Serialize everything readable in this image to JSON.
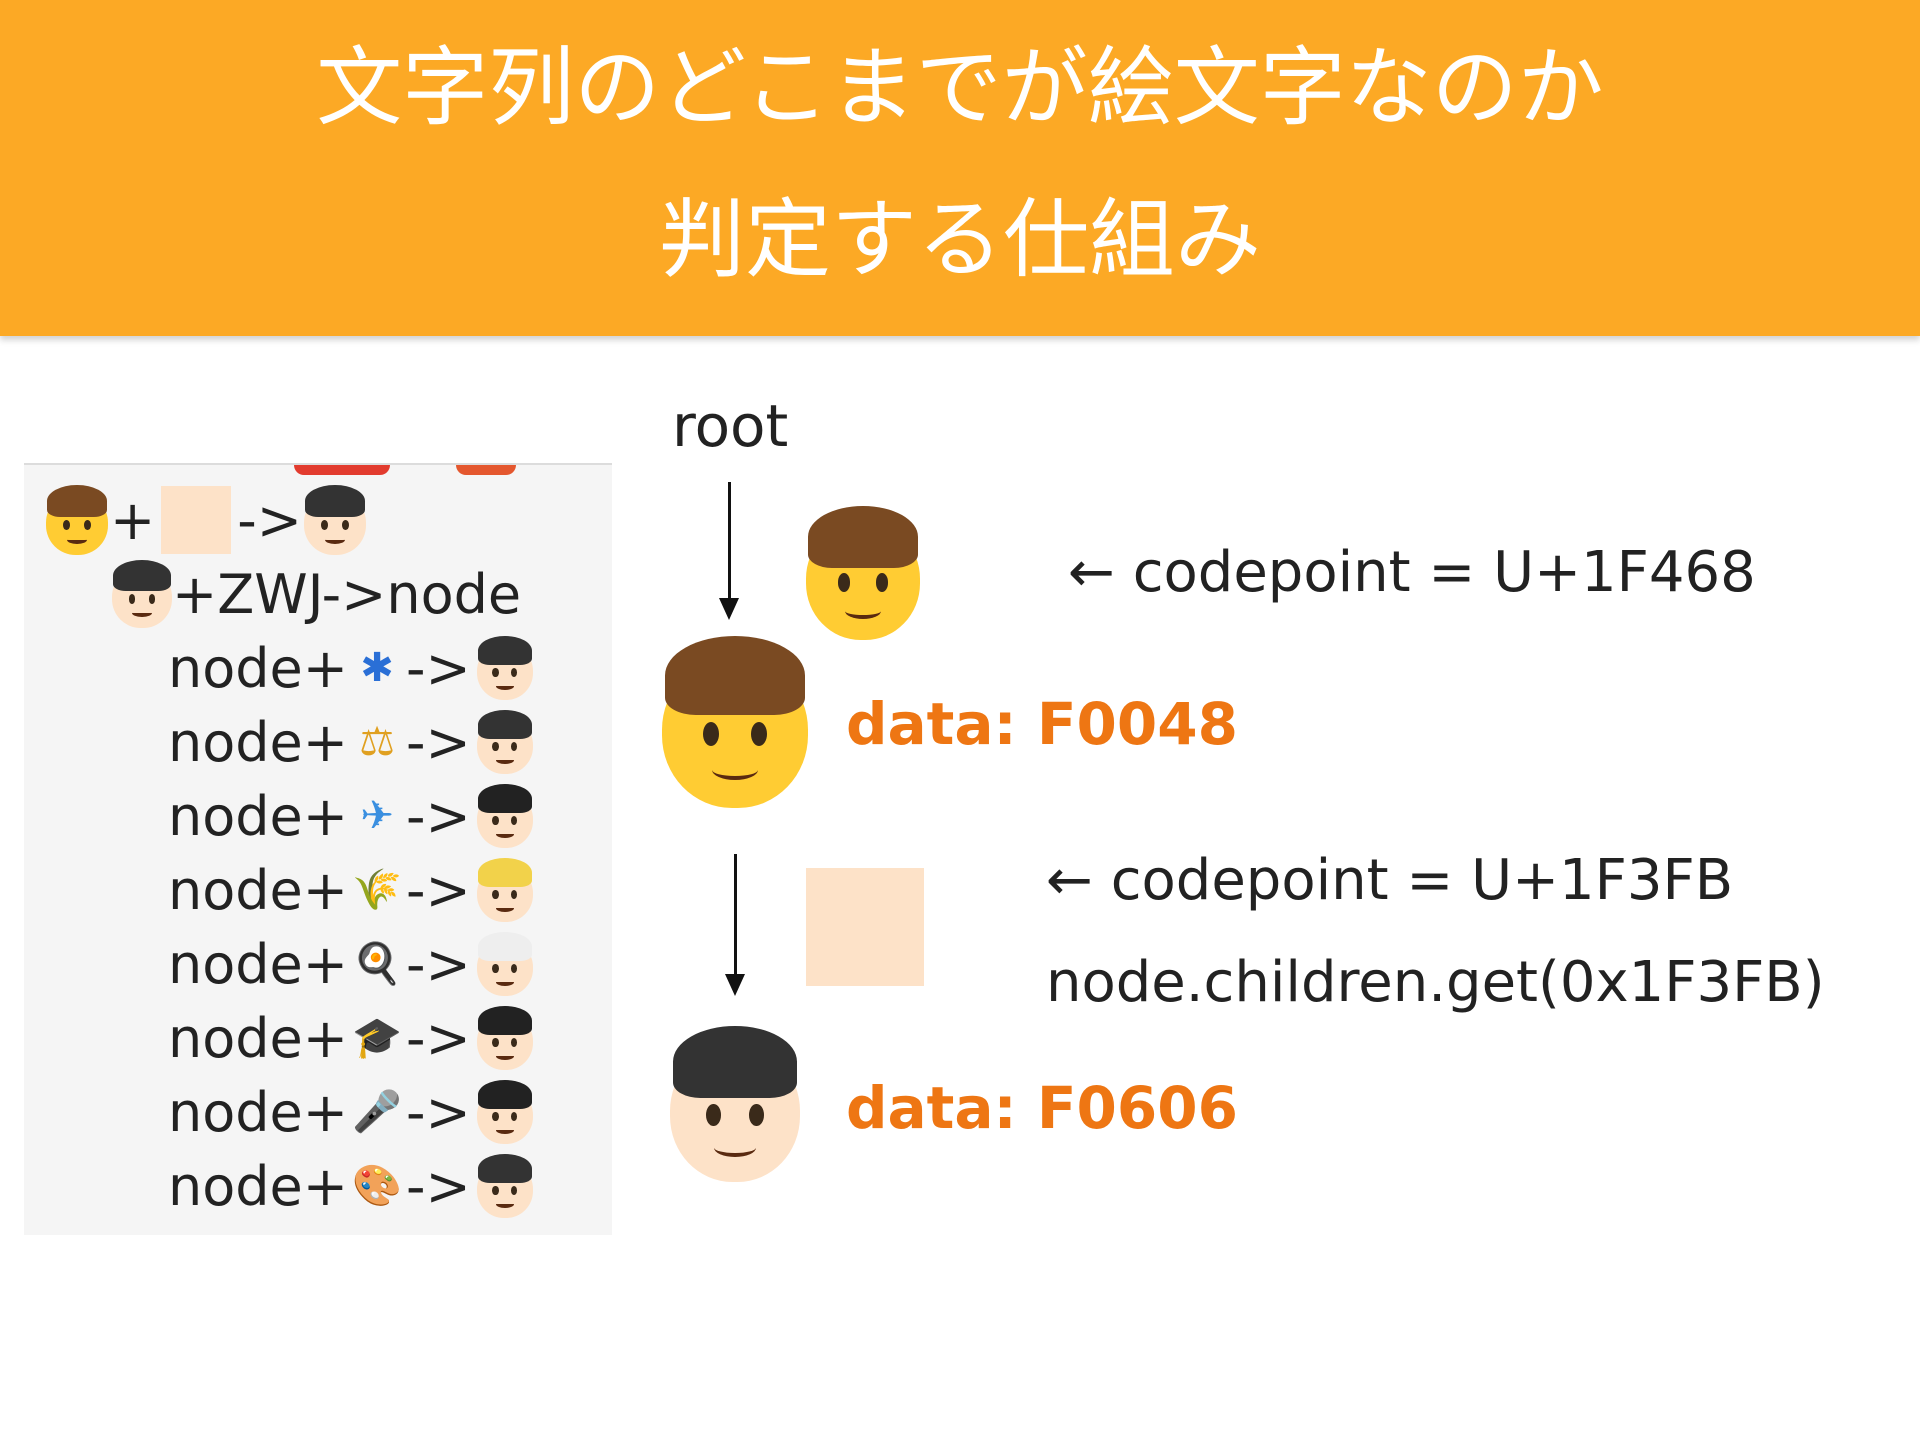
{
  "title": {
    "line1": "文字列のどこまでが絵文字なのか",
    "line2": "判定する仕組み"
  },
  "colors": {
    "banner": "#fca925",
    "accent": "#ee7613",
    "swatch": "#fde2c8"
  },
  "tree": {
    "row1": {
      "plus": "+",
      "arrow": "->"
    },
    "row2": {
      "text": "+ZWJ->node"
    },
    "node_rows": [
      {
        "prefix": "node+",
        "arrow": "->",
        "icon": "medical-icon"
      },
      {
        "prefix": "node+",
        "arrow": "->",
        "icon": "scales-icon"
      },
      {
        "prefix": "node+",
        "arrow": "->",
        "icon": "airplane-icon"
      },
      {
        "prefix": "node+",
        "arrow": "->",
        "icon": "rice-icon"
      },
      {
        "prefix": "node+",
        "arrow": "->",
        "icon": "frying-pan-icon"
      },
      {
        "prefix": "node+",
        "arrow": "->",
        "icon": "graduation-cap-icon"
      },
      {
        "prefix": "node+",
        "arrow": "->",
        "icon": "microphone-icon"
      },
      {
        "prefix": "node+",
        "arrow": "->",
        "icon": "palette-icon"
      }
    ]
  },
  "diagram": {
    "root_label": "root",
    "codepoint1": "← codepoint = U+1F468",
    "data1": "data:  F0048",
    "codepoint2": "← codepoint = U+1F3FB",
    "node_call": "node.children.get(0x1F3FB)",
    "data2": "data:  F0606"
  }
}
